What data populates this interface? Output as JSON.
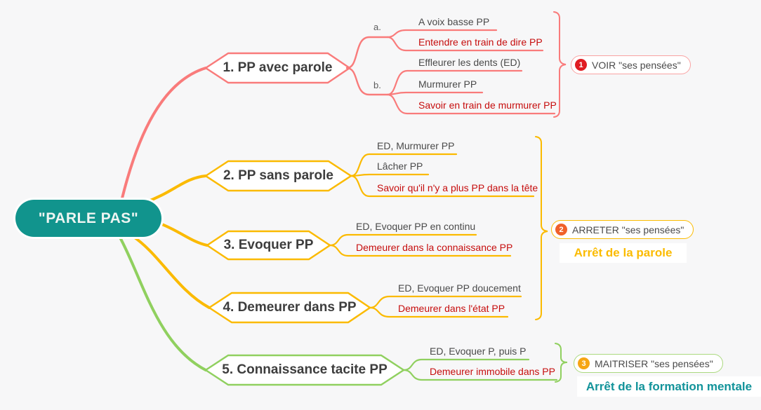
{
  "canvas": {
    "background": "#f7f7f8"
  },
  "root": {
    "label": "\"PARLE PAS\"",
    "color": "#11948d"
  },
  "colors": {
    "branch_red": "#f97b7b",
    "branch_yellow": "#fbba00",
    "branch_green": "#90d05f",
    "emphasis_text": "#c60d0d",
    "normal_text": "#4a4a4a",
    "badge1_circle": "#e01c22",
    "badge2_circle": "#f0612a",
    "badge3_circle": "#f6a513",
    "caption_yellow": "#fbbb00",
    "caption_teal": "#12939a"
  },
  "branches": [
    {
      "label": "1. PP avec parole",
      "color": "#f97b7b",
      "sub_labels": [
        "a.",
        "b."
      ],
      "leaves": [
        {
          "text": "A voix basse PP",
          "emphasis": false
        },
        {
          "text": "Entendre en train de dire PP",
          "emphasis": true
        },
        {
          "text": "Effleurer les dents (ED)",
          "emphasis": false
        },
        {
          "text": "Murmurer PP",
          "emphasis": false
        },
        {
          "text": "Savoir en train de murmurer PP",
          "emphasis": true
        }
      ]
    },
    {
      "label": "2. PP sans parole",
      "color": "#fbba00",
      "leaves": [
        {
          "text": "ED, Murmurer PP",
          "emphasis": false
        },
        {
          "text": "Lâcher PP",
          "emphasis": false
        },
        {
          "text": "Savoir qu'il n'y a plus PP dans la tête",
          "emphasis": true
        }
      ]
    },
    {
      "label": "3. Evoquer PP",
      "color": "#fbba00",
      "leaves": [
        {
          "text": "ED, Evoquer PP en continu",
          "emphasis": false
        },
        {
          "text": "Demeurer dans la connaissance PP",
          "emphasis": true
        }
      ]
    },
    {
      "label": "4. Demeurer dans PP",
      "color": "#fbba00",
      "leaves": [
        {
          "text": "ED, Evoquer PP doucement",
          "emphasis": false
        },
        {
          "text": "Demeurer dans l'état PP",
          "emphasis": true
        }
      ]
    },
    {
      "label": "5. Connaissance tacite PP",
      "color": "#90d05f",
      "leaves": [
        {
          "text": "ED, Evoquer P, puis P",
          "emphasis": false
        },
        {
          "text": "Demeurer immobile dans PP",
          "emphasis": true
        }
      ]
    }
  ],
  "callouts": [
    {
      "number": "1",
      "label": "VOIR \"ses pensées\""
    },
    {
      "number": "2",
      "label": "ARRETER \"ses pensées\"",
      "caption": "Arrêt de la parole"
    },
    {
      "number": "3",
      "label": "MAITRISER \"ses pensées\"",
      "caption": "Arrêt de la formation mentale"
    }
  ]
}
